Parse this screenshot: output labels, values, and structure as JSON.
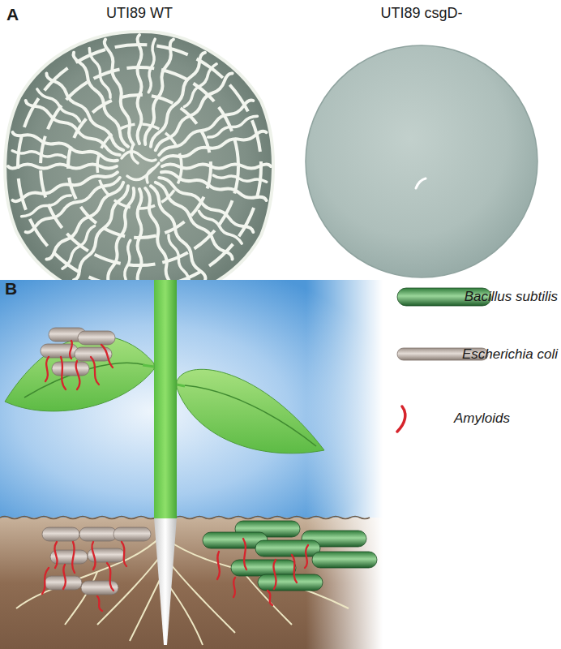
{
  "diagram": {
    "labels": [
      "A",
      "UTI89 WT",
      "UTI89 csgD-",
      "B"
    ],
    "legend": [
      {
        "text": "Bacillus subtilis"
      },
      {
        "text": "Escherichia coli"
      },
      {
        "text": "Amyloids"
      }
    ]
  }
}
